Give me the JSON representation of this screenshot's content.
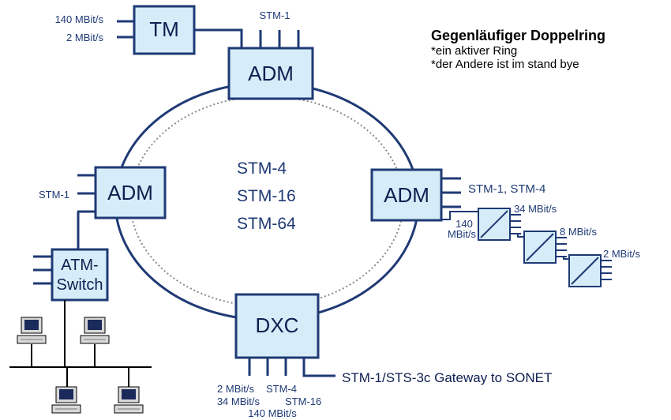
{
  "legend": {
    "title": "Gegenläufiger Doppelring",
    "line1": "*ein aktiver Ring",
    "line2": "*der Andere ist im stand bye"
  },
  "ring": {
    "rates": [
      "STM-4",
      "STM-16",
      "STM-64"
    ]
  },
  "nodes": {
    "tm": {
      "label": "TM",
      "rates": [
        "140 MBit/s",
        "2 MBit/s"
      ]
    },
    "adm_top": {
      "label": "ADM",
      "rate": "STM-1"
    },
    "adm_left": {
      "label": "ADM",
      "rate": "STM-1"
    },
    "adm_right": {
      "label": "ADM",
      "rate": "STM-1, STM-4"
    },
    "atm_switch": {
      "line1": "ATM-",
      "line2": "Switch"
    },
    "dxc": {
      "label": "DXC",
      "rates": [
        "2 MBit/s",
        "STM-4",
        "34 MBit/s",
        "STM-16",
        "140 MBit/s"
      ],
      "gateway": "STM-1/STS-3c Gateway to SONET"
    }
  },
  "multiplexers": {
    "input_rate": [
      "140",
      "MBit/s"
    ],
    "stages": [
      "34 MBit/s",
      "8 MBit/s",
      "2 MBit/s"
    ]
  },
  "colors": {
    "line": "#1f3a75",
    "box_fill": "#d6ecf8",
    "text": "#0f1f50"
  }
}
